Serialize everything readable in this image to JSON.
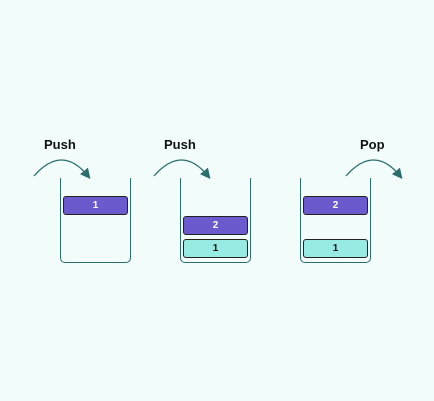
{
  "steps": [
    {
      "label": "Push",
      "stack": [
        {
          "value": "1",
          "color": "#6a5acd"
        }
      ]
    },
    {
      "label": "Push",
      "stack": [
        {
          "value": "2",
          "color": "#6a5acd"
        },
        {
          "value": "1",
          "color": "#98ebe3"
        }
      ]
    },
    {
      "label": "Pop",
      "stack": [
        {
          "value": "2",
          "color": "#6a5acd"
        },
        {
          "value": "1",
          "color": "#98ebe3"
        }
      ]
    }
  ],
  "colors": {
    "background": "#f1fcfb",
    "container": "#2a6f6c",
    "arrow": "#2a6f6c"
  }
}
